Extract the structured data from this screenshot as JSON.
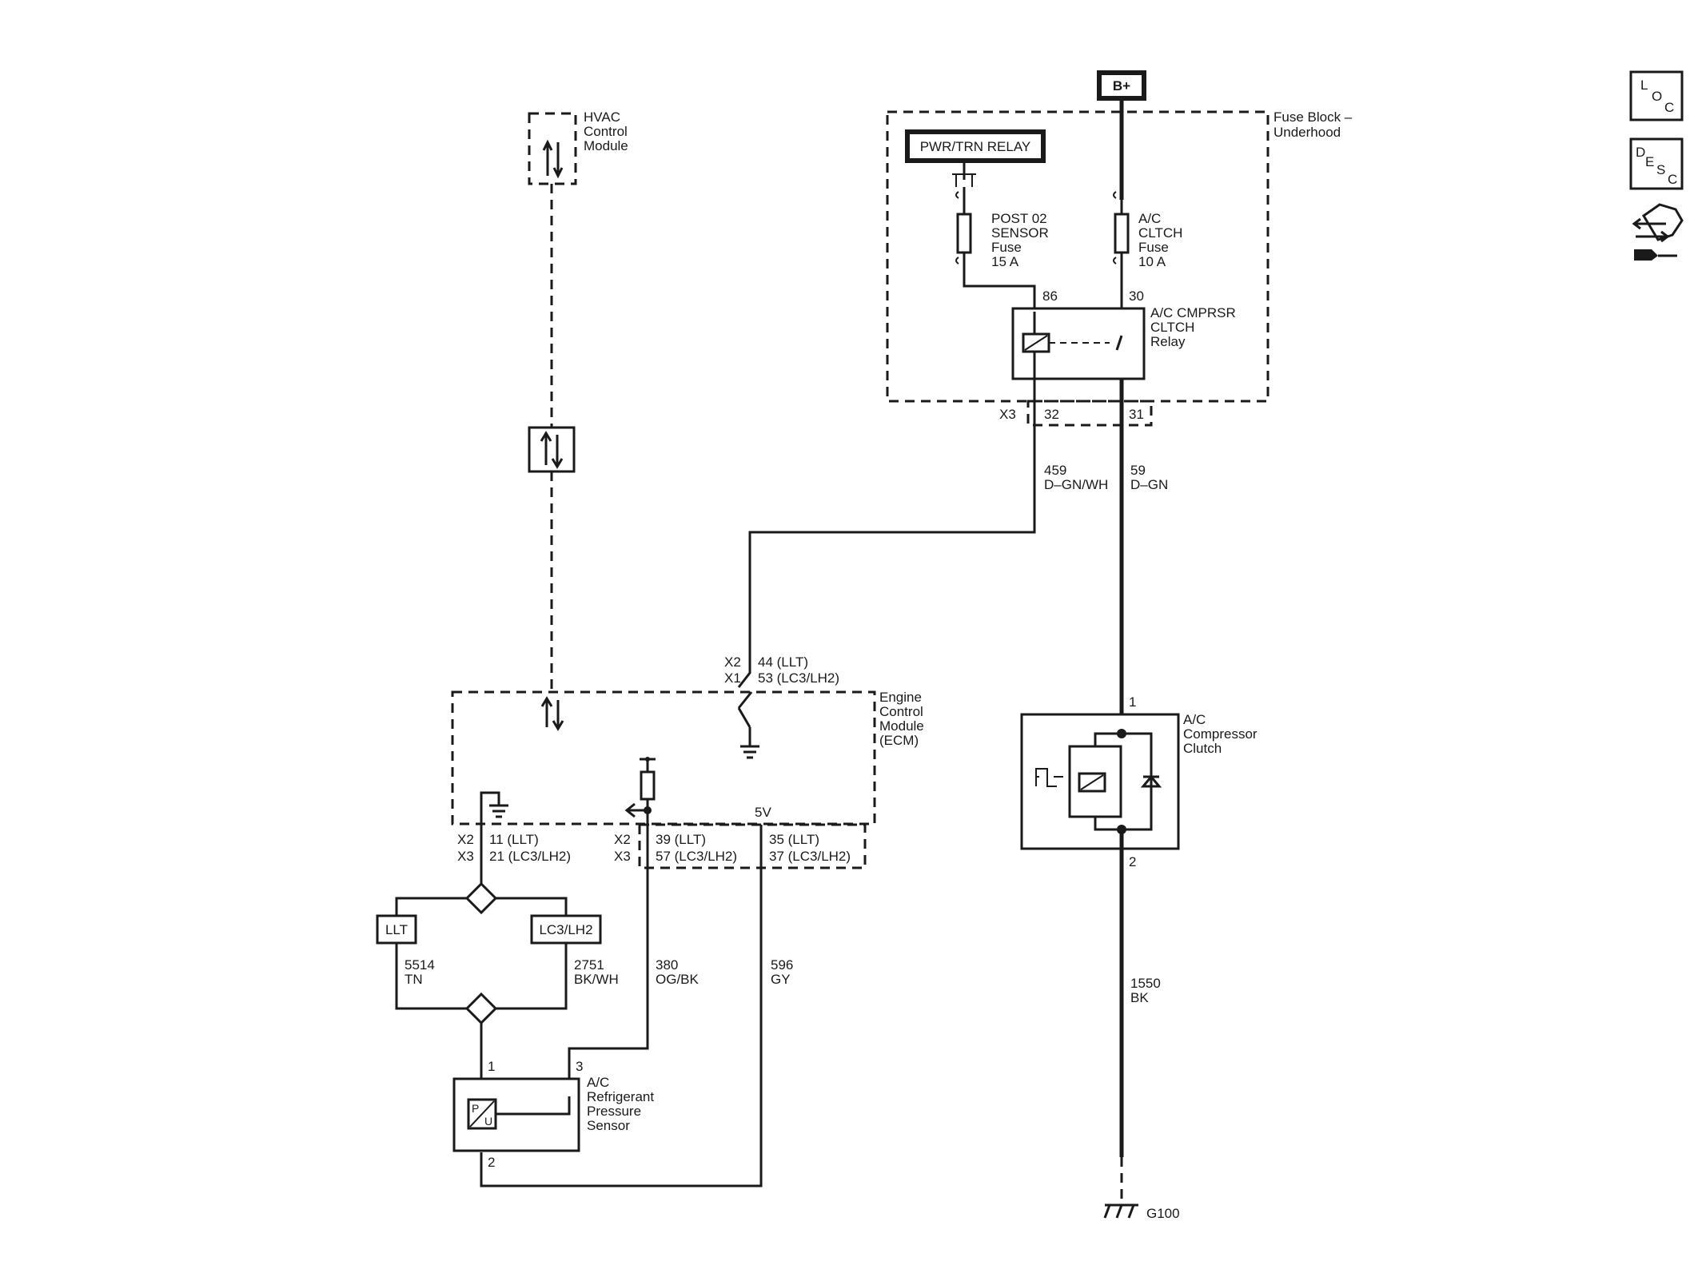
{
  "supply": {
    "b_plus": "B+"
  },
  "fuse_block": {
    "name": [
      "Fuse Block –",
      "Underhood"
    ],
    "relay_label": "PWR/TRN RELAY",
    "post02_fuse": [
      "POST 02",
      "SENSOR",
      "Fuse",
      "15 A"
    ],
    "ac_clutch_fuse": [
      "A/C",
      "CLTCH",
      "Fuse",
      "10 A"
    ],
    "relay_pin_86": "86",
    "relay_pin_30": "30",
    "relay_name": [
      "A/C CMPRSR",
      "CLTCH",
      "Relay"
    ],
    "connector": "X3",
    "pin_32": "32",
    "pin_31": "31"
  },
  "wires": {
    "w459": [
      "459",
      "D–GN/WH"
    ],
    "w59": [
      "59",
      "D–GN"
    ],
    "w5514": [
      "5514",
      "TN"
    ],
    "w2751": [
      "2751",
      "BK/WH"
    ],
    "w380": [
      "380",
      "OG/BK"
    ],
    "w596": [
      "596",
      "GY"
    ],
    "w1550": [
      "1550",
      "BK"
    ]
  },
  "hvac": {
    "name": [
      "HVAC",
      "Control",
      "Module"
    ]
  },
  "ecm": {
    "name": [
      "Engine",
      "Control",
      "Module",
      "(ECM)"
    ],
    "top_conn": [
      "X2",
      "X1"
    ],
    "top_pins": [
      "44 (LLT)",
      "53 (LC3/LH2)"
    ],
    "five_v": "5V",
    "left_conn": [
      "X2",
      "X3"
    ],
    "left_pins": [
      "11 (LLT)",
      "21 (LC3/LH2)"
    ],
    "mid_conn": [
      "X2",
      "X3"
    ],
    "mid_pins": [
      "39 (LLT)",
      "57 (LC3/LH2)"
    ],
    "right_pins": [
      "35 (LLT)",
      "37 (LC3/LH2)"
    ]
  },
  "options": {
    "llt": "LLT",
    "lc3": "LC3/LH2"
  },
  "sensor": {
    "name": [
      "A/C",
      "Refrigerant",
      "Pressure",
      "Sensor"
    ],
    "pin1": "1",
    "pin2": "2",
    "pin3": "3",
    "symbol_p": "P",
    "symbol_u": "U"
  },
  "clutch": {
    "name": [
      "A/C",
      "Compressor",
      "Clutch"
    ],
    "pin1": "1",
    "pin2": "2"
  },
  "ground": {
    "name": "G100"
  },
  "side_icons": {
    "loc": [
      "L",
      "O",
      "C"
    ],
    "desc": [
      "D",
      "E",
      "S",
      "C"
    ]
  }
}
